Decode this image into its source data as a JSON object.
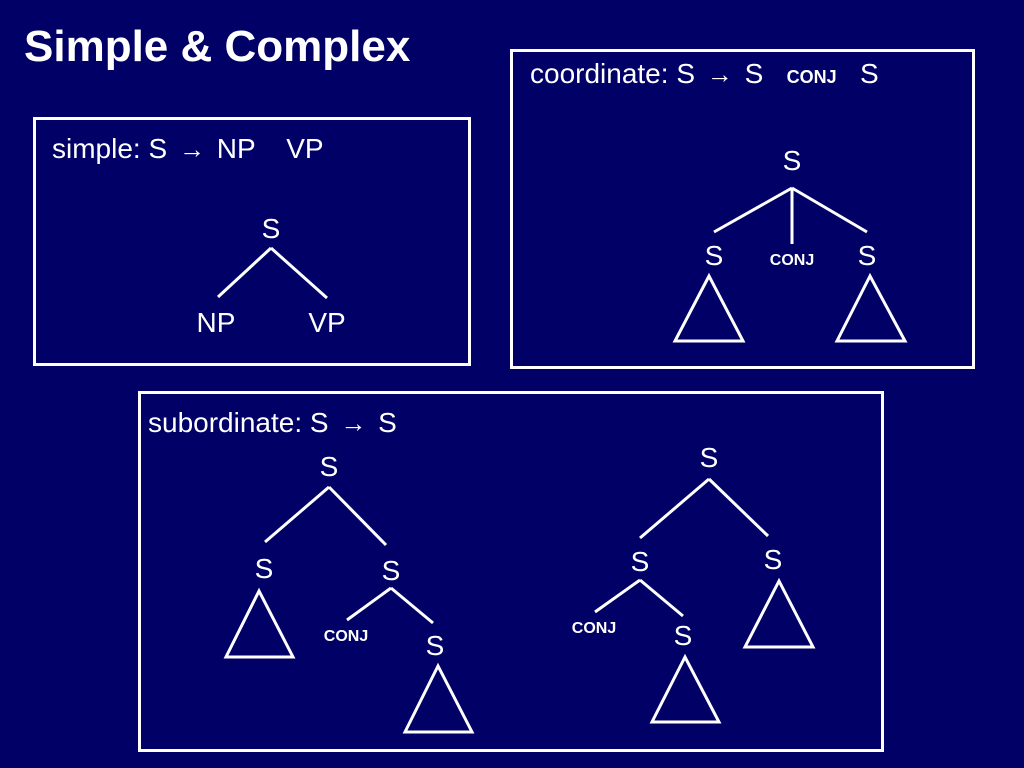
{
  "title": "Simple & Complex",
  "colors": {
    "background": "#000066",
    "foreground": "#ffffff"
  },
  "simple": {
    "rule_label": "simple:",
    "rule_lhs": "S",
    "rule_rhs_1": "NP",
    "rule_rhs_2": "VP",
    "tree": {
      "root": "S",
      "left": "NP",
      "right": "VP"
    }
  },
  "coordinate": {
    "rule_label": "coordinate:",
    "rule_lhs": "S",
    "rule_rhs_1": "S",
    "rule_rhs_conj": "CONJ",
    "rule_rhs_2": "S",
    "tree": {
      "root": "S",
      "left": "S",
      "middle": "CONJ",
      "right": "S"
    }
  },
  "subordinate": {
    "rule_label": "subordinate:",
    "rule_lhs": "S",
    "rule_rhs": "S",
    "tree_a": {
      "root": "S",
      "left": "S",
      "right": "S",
      "conj": "CONJ",
      "sub": "S"
    },
    "tree_b": {
      "root": "S",
      "left": "S",
      "right": "S",
      "conj": "CONJ",
      "sub": "S"
    }
  },
  "arrow_glyph": "→"
}
